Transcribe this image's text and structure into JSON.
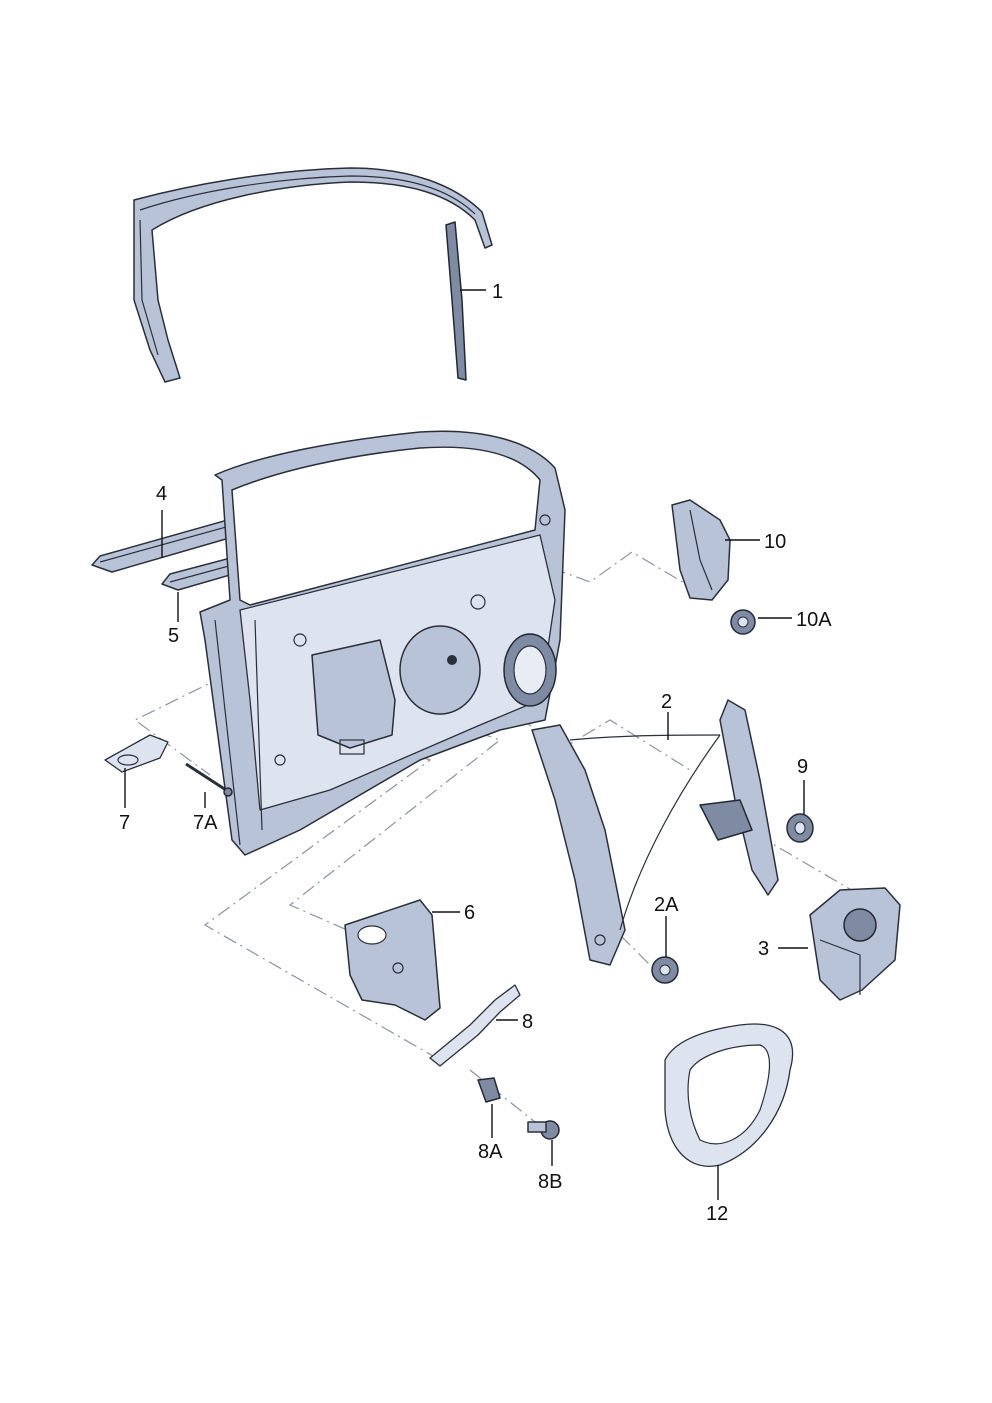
{
  "callouts": {
    "c1": "1",
    "c2": "2",
    "c2A": "2A",
    "c3": "3",
    "c4": "4",
    "c5": "5",
    "c6": "6",
    "c7": "7",
    "c7A": "7A",
    "c8": "8",
    "c8A": "8A",
    "c8B": "8B",
    "c9": "9",
    "c10": "10",
    "c10A": "10A",
    "c12": "12"
  },
  "colors": {
    "part_fill": "#b9c3d8",
    "part_dark": "#7f8aa3",
    "part_light": "#dde3ef",
    "outline": "#2a2f3a",
    "dash_line": "#8b93a3",
    "background": "#ffffff"
  }
}
